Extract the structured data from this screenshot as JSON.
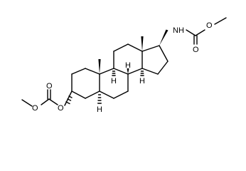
{
  "colors": {
    "ink": "#000000",
    "background": "#ffffff"
  },
  "atom_labels": {
    "carbamate_nh": "NH",
    "carbamate_carbonyl_o": "O",
    "carbamate_ester_o": "O",
    "carbonate_carbonyl_o": "O",
    "carbonate_o_left": "O",
    "carbonate_o_ring": "O",
    "h_c5": "H",
    "h_c8": "H",
    "h_c9": "H",
    "h_c14": "H"
  }
}
